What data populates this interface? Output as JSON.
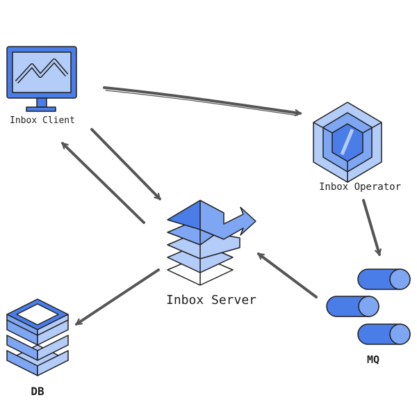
{
  "nodes": {
    "client": {
      "label": "Inbox Client",
      "icon": "monitor-icon"
    },
    "operator": {
      "label": "Inbox Operator",
      "icon": "hexagon-cube-icon"
    },
    "server": {
      "label": "Inbox Server",
      "icon": "layered-server-icon"
    },
    "mq": {
      "label": "MQ",
      "icon": "message-queue-icon"
    },
    "db": {
      "label": "DB",
      "icon": "database-stack-icon"
    }
  },
  "edges": [
    {
      "from": "client",
      "to": "operator"
    },
    {
      "from": "client",
      "to": "server"
    },
    {
      "from": "server",
      "to": "client"
    },
    {
      "from": "operator",
      "to": "mq"
    },
    {
      "from": "mq",
      "to": "server"
    },
    {
      "from": "server",
      "to": "db"
    }
  ],
  "colors": {
    "fill_light": "#b3ccf8",
    "fill_mid": "#7ea6f2",
    "fill_dark": "#4a7de8",
    "stroke": "#1e1e1e",
    "arrow": "#555555"
  }
}
